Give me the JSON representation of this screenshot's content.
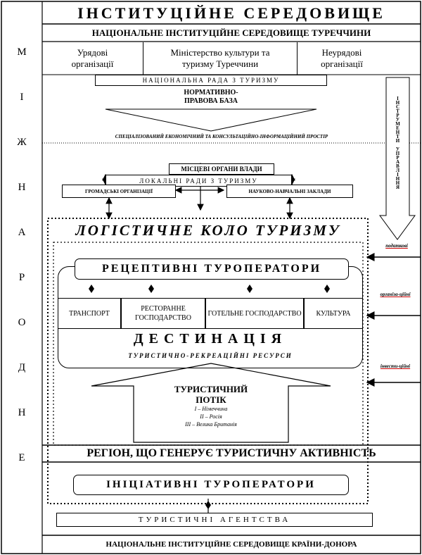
{
  "header": {
    "title": "ІНСТИТУЦІЙНЕ СЕРЕДОВИЩЕ",
    "national_env": "НАЦІОНАЛЬНЕ ІНСТИТУЦІЙНЕ СЕРЕДОВИЩЕ ТУРЕЧЧИНИ"
  },
  "side_label": [
    "М",
    "І",
    "Ж",
    "Н",
    "А",
    "Р",
    "О",
    "Д",
    "Н",
    "Е"
  ],
  "orgs": {
    "gov": "Урядові організації",
    "ministry": "Міністерство культури та туризму Туреччини",
    "nongov": "Неурядові організації"
  },
  "national_council": "НАЦІОНАЛЬНА РАДА З ТУРИЗМУ",
  "legal_base": "НОРМАТИВНО-ПРАВОВА БАЗА",
  "space_label": "СПЕЦІАЛІЗОВАНИЙ ЕКОНОМІЧНИЙ ТА КОНСУЛЬТАЦІЙНО-ІНФОРМАЦІЙНИЙ ПРОСТІР",
  "instruments": "ІНСТРУМЕНТИ УПРАВЛІННЯ",
  "local_authorities": "МІСЦЕВІ ОРГАНИ ВЛАДИ",
  "local_councils": "ЛОКАЛЬНІ РАДИ З ТУРИЗМУ",
  "public_orgs": "ГРОМАДСЬКІ ОРГАНІЗАЦІЇ",
  "science": "НАУКОВО-НАВЧАЛЬНІ ЗАКЛАДИ",
  "logistic_circle": "ЛОГІСТИЧНЕ КОЛО ТУРИЗМУ",
  "receptive": "РЕЦЕПТИВНІ ТУРОПЕРАТОРИ",
  "services": {
    "transport": "ТРАНСПОРТ",
    "restaurant": "РЕСТОРАННЕ ГОСПОДАРСТВО",
    "hotel": "ГОТЕЛЬНЕ ГОСПОДАРСТВО",
    "culture": "КУЛЬТУРА"
  },
  "destination": "ДЕСТИНАЦІЯ",
  "resources": "ТУРИСТИЧНО-РЕКРЕАЦІЙНІ РЕСУРСИ",
  "tourist_flow": {
    "title": "ТУРИСТИЧНИЙ ПОТІК",
    "items": [
      "I – Німеччина",
      "II – Росія",
      "III – Велика Британія"
    ]
  },
  "right_labels": {
    "tax": "податкові",
    "org": "організа-ційні",
    "invest": "інвести-ційні"
  },
  "region": "РЕГІОН, ЩО ГЕНЕРУЄ ТУРИСТИЧНУ АКТИВНІСТЬ",
  "initiative": "ІНІЦІАТИВНІ ТУРОПЕРАТОРИ",
  "agencies": "ТУРИСТИЧНІ АГЕНТСТВА",
  "donor_env": "НАЦІОНАЛЬНЕ ІНСТИТУЦІЙНЕ СЕРЕДОВИЩЕ КРАЇНИ-ДОНОРА"
}
